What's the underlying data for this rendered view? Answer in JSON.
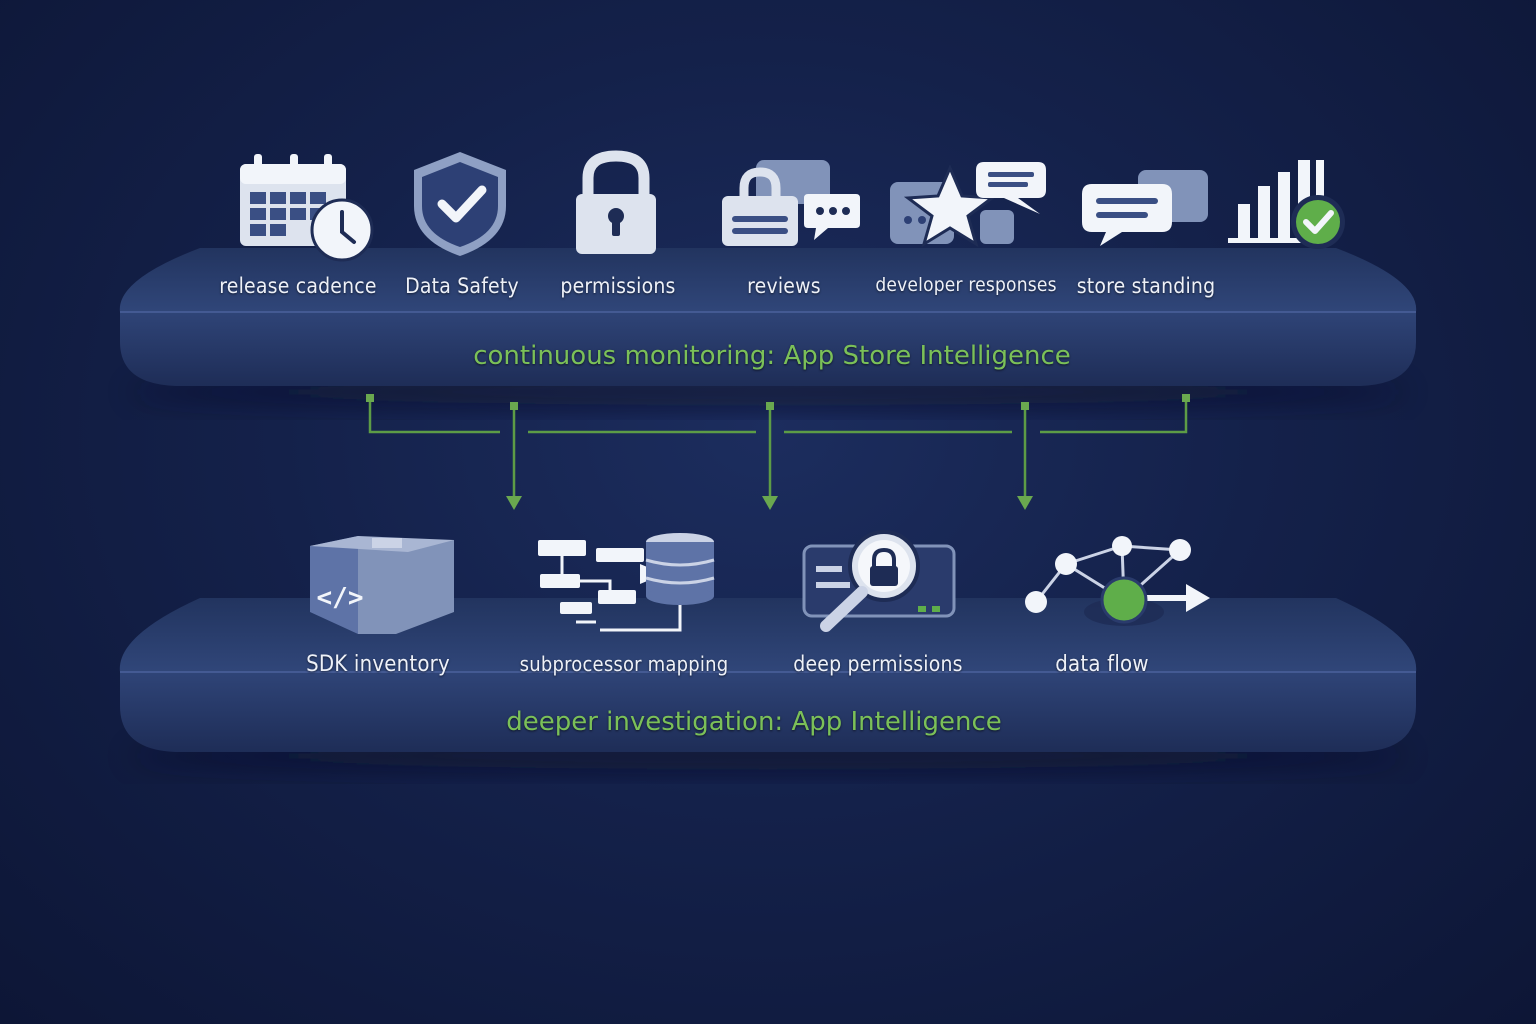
{
  "monitoring": {
    "caption": "continuous monitoring: App Store Intelligence",
    "items": [
      {
        "label": "release cadence",
        "icon": "calendar-clock-icon"
      },
      {
        "label": "Data Safety",
        "icon": "shield-check-icon"
      },
      {
        "label": "permissions",
        "icon": "padlock-icon"
      },
      {
        "label": "reviews",
        "icon": "lock-chat-bubbles-icon"
      },
      {
        "label": "developer responses",
        "icon": "star-chat-bubbles-icon"
      },
      {
        "label": "store standing",
        "icon": "bar-chart-check-icon"
      }
    ]
  },
  "investigation": {
    "caption": "deeper investigation: App Intelligence",
    "items": [
      {
        "label": "SDK inventory",
        "icon": "code-package-icon"
      },
      {
        "label": "subprocessor mapping",
        "icon": "flowchart-database-icon"
      },
      {
        "label": "deep permissions",
        "icon": "magnifier-lock-server-icon"
      },
      {
        "label": "data flow",
        "icon": "network-flow-icon"
      }
    ]
  },
  "colors": {
    "background": "#14214a",
    "shelf": "#2b3f74",
    "accent_green": "#7bc058",
    "icon_light": "#e8ecf4"
  }
}
